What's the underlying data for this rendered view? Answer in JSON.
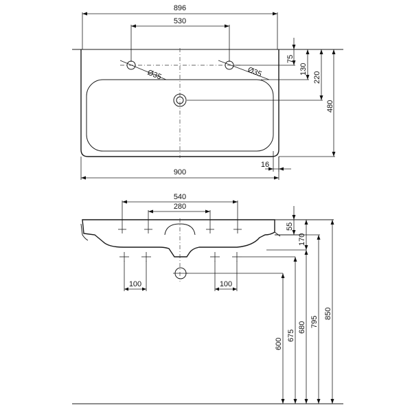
{
  "top_view": {
    "dim_overall_top": "896",
    "dim_tap_spacing": "530",
    "dim_hole_left": "Ø35",
    "dim_hole_right": "Ø35",
    "dim_75": "75",
    "dim_130": "130",
    "dim_220": "220",
    "dim_480": "480",
    "dim_16": "16",
    "dim_overall_bottom": "900"
  },
  "front_view": {
    "dim_540": "540",
    "dim_280": "280",
    "dim_55": "55",
    "dim_170": "170",
    "dim_100_left": "100",
    "dim_100_right": "100",
    "dim_600": "600",
    "dim_675": "675",
    "dim_680": "680",
    "dim_795": "795",
    "dim_850": "850"
  },
  "colors": {
    "line": "#1a1a1a"
  }
}
